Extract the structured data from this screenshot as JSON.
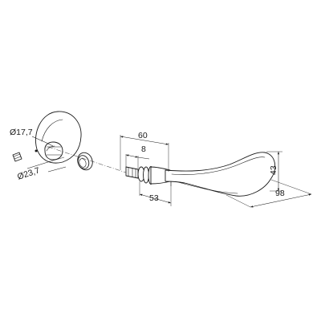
{
  "drawing": {
    "dimensions": {
      "length_overall": "98",
      "height": "43",
      "depth_to_rose": "53",
      "spindle_length": "60",
      "spindle_square": "8",
      "knob_diameter": "Ø17,7",
      "rose_diameter": "Ø23,7"
    },
    "components": [
      "lever-handle",
      "cover-rose",
      "grub-screw",
      "knob-end-view"
    ]
  }
}
